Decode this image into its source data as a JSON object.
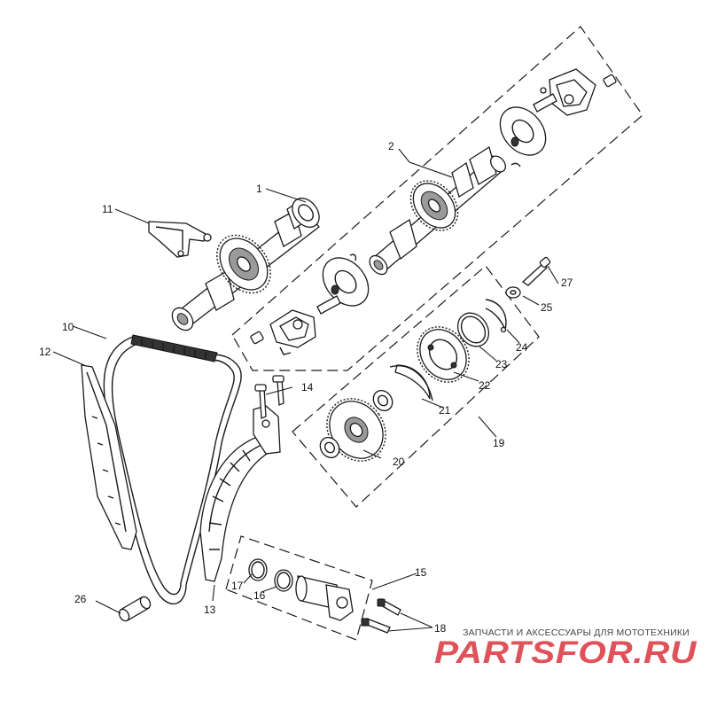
{
  "callouts": {
    "c1": "1",
    "c2": "2",
    "c10": "10",
    "c11": "11",
    "c12": "12",
    "c13": "13",
    "c14": "14",
    "c15": "15",
    "c16": "16",
    "c17": "17",
    "c18": "18",
    "c19": "19",
    "c20": "20",
    "c21": "21",
    "c22": "22",
    "c23": "23",
    "c24": "24",
    "c25": "25",
    "c26": "26",
    "c27": "27"
  },
  "watermark": {
    "caption": "ЗАПЧАСТИ И АКСЕССУАРЫ ДЛЯ МОТОТЕХНИКИ",
    "logo": "PARTSFOR.RU"
  },
  "colors": {
    "line": "#1a1a1a",
    "logo": "#e0525a"
  }
}
